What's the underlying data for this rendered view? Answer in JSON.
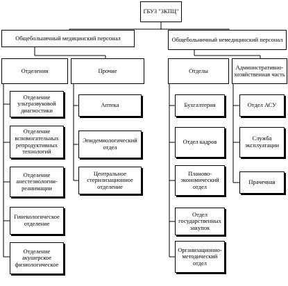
{
  "root": "ГБУЗ \"ЗКПЦ\"",
  "branches": {
    "medical": {
      "label": "Общебольничный медицинский персонал",
      "groups": {
        "departments": {
          "label": "Отделения",
          "items": [
            "Отделение ультразвуковой диагностики",
            "Отделение вспомогательных репродуктивных технологий",
            "Отделение анестезиологии-реанимации",
            "Гинекологическое отделение",
            "Отделение акушерское физиологическое"
          ]
        },
        "other": {
          "label": "Прочие",
          "items": [
            "Аптека",
            "Эпидемиологический отдел",
            "Центральное стерилизационное отделение"
          ]
        }
      }
    },
    "nonmedical": {
      "label": "Общебольничный немедицинский персонал",
      "groups": {
        "divisions": {
          "label": "Отделы",
          "items": [
            "Бухгалтерия",
            "Отдел кадров",
            "Планово-экономический отдел",
            "Отдел государственных закупок",
            "Организационно-методический отдел"
          ]
        },
        "admin": {
          "label": "Административно-хозяйственная часть",
          "items": [
            "Отдел АСУ",
            "Служба эксплуатации",
            "Прачечная"
          ]
        }
      }
    }
  }
}
